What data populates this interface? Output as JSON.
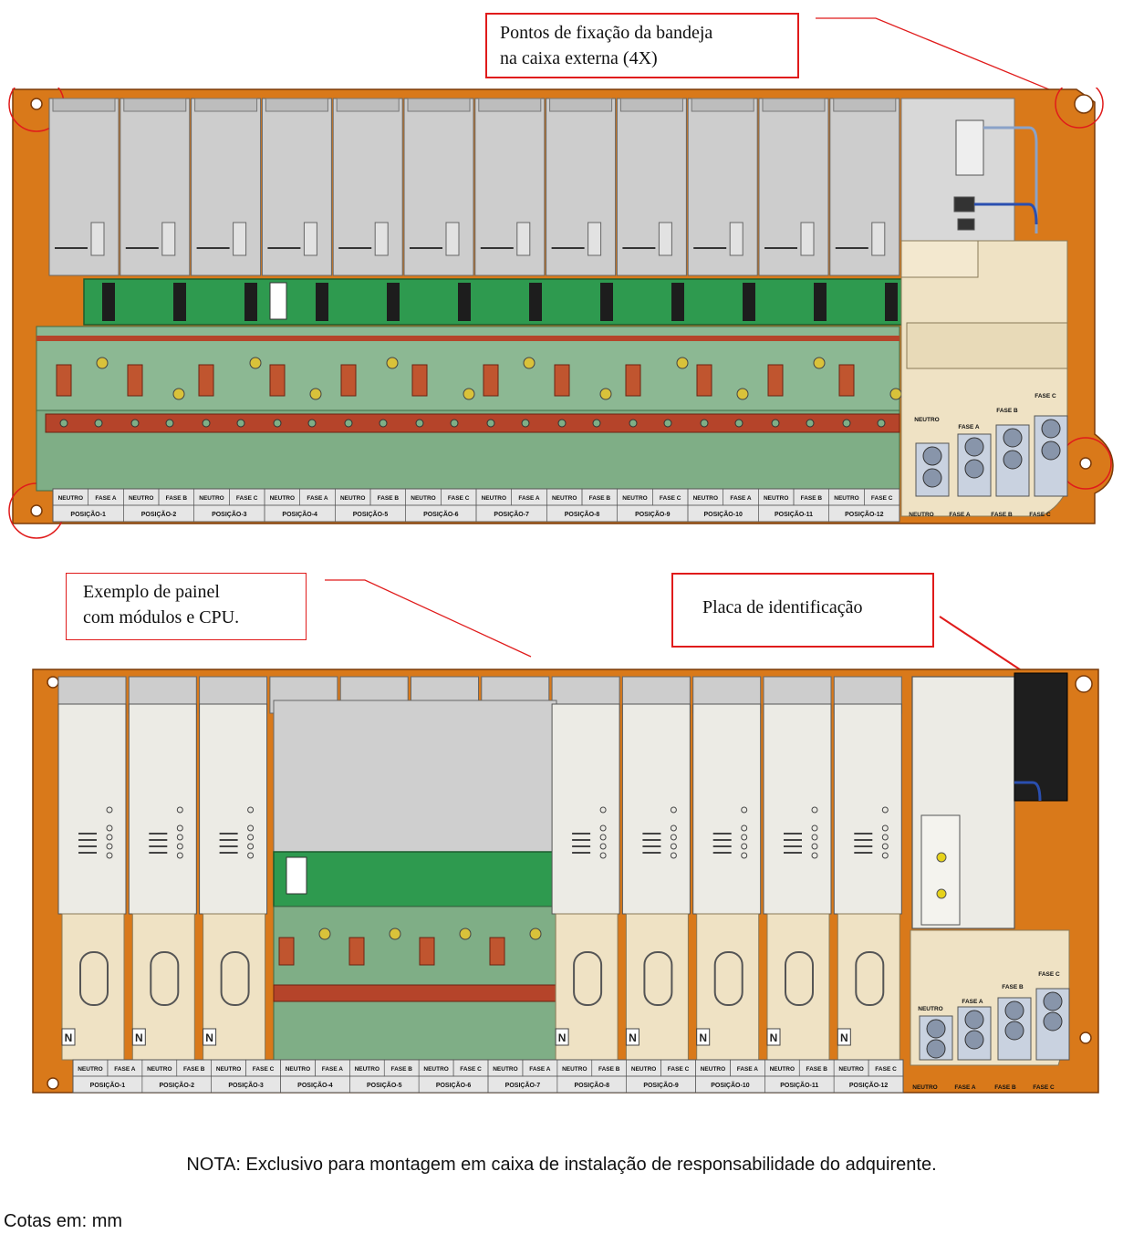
{
  "callouts": {
    "fixing_points": "Pontos de fixação da bandeja\nna caixa externa (4X)",
    "example_panel": "Exemplo de painel\ncom módulos e CPU.",
    "id_plate": "Placa de identificação"
  },
  "slot_labels": {
    "top": [
      "NEUTRO",
      "FASE A",
      "NEUTRO",
      "FASE B",
      "NEUTRO",
      "FASE C",
      "NEUTRO",
      "FASE A",
      "NEUTRO",
      "FASE B",
      "NEUTRO",
      "FASE C",
      "NEUTRO",
      "FASE A",
      "NEUTRO",
      "FASE B",
      "NEUTRO",
      "FASE C",
      "NEUTRO",
      "FASE A",
      "NEUTRO",
      "FASE B",
      "NEUTRO",
      "FASE C"
    ],
    "positions": [
      "POSIÇÃO-1",
      "POSIÇÃO-2",
      "POSIÇÃO-3",
      "POSIÇÃO-4",
      "POSIÇÃO-5",
      "POSIÇÃO-6",
      "POSIÇÃO-7",
      "POSIÇÃO-8",
      "POSIÇÃO-9",
      "POSIÇÃO-10",
      "POSIÇÃO-11",
      "POSIÇÃO-12"
    ]
  },
  "terminal_labels": {
    "upper": [
      "NEUTRO",
      "FASE A",
      "FASE B",
      "FASE C"
    ],
    "lower": [
      "NEUTRO",
      "FASE A",
      "FASE B",
      "FASE C"
    ]
  },
  "module_marking": "N",
  "note": "NOTA: Exclusivo para montagem em caixa de instalação de responsabilidade do adquirente.",
  "units": "Cotas em: mm",
  "colors": {
    "tray": "#d9791a",
    "pcb": "#2e9a4f",
    "busbar": "#b5442a",
    "callout_red": "#e01b1b"
  }
}
